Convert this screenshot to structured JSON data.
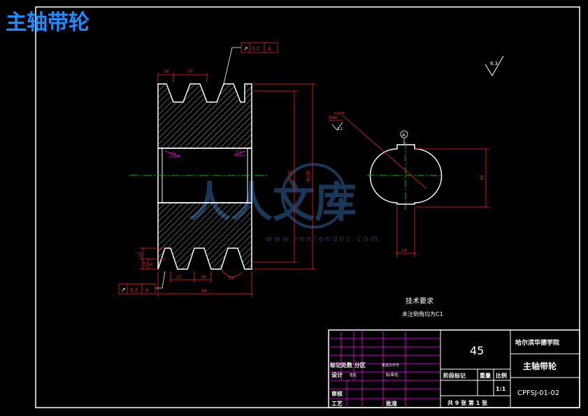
{
  "page_title": "主轴带轮",
  "dimensions": {
    "top_16": "16",
    "top_20": "20",
    "left_12": "12",
    "left_15": "15",
    "left_8": "8",
    "bottom_17": "17",
    "bottom_16": "16",
    "bottom_angle": "34°",
    "bottom_68": "68",
    "dia_inner": "Φ125",
    "dia_outer": "Φ135",
    "keyway_48": "48",
    "keyway_14": "14",
    "bore_44": "Φ44"
  },
  "tolerance_frames": {
    "top": {
      "symbol": "↗",
      "value": "0.2",
      "datum": "A"
    },
    "bottom": {
      "symbol": "↗",
      "value": "0.2",
      "datum": "A"
    }
  },
  "surface_finish": "6.3",
  "chamfer_labels": {
    "left": "C1",
    "right": "C1"
  },
  "datum_label": "A",
  "side_view_notes": {
    "dim": "Φ44",
    "tol": "0.025",
    "finish": "3.2"
  },
  "tech_requirements": {
    "heading": "技术要求",
    "line1": "未注倒角均为C1"
  },
  "title_block": {
    "material": "45",
    "school": "哈尔滨华德学院",
    "part_name": "主轴带轮",
    "drawing_no": "CPFSJ-01-02",
    "row_headers": "标记处数  分区",
    "change_doc": "更改文件号",
    "design": "设计",
    "sign_date": "签名",
    "standardize": "标准化",
    "stage_mark": "阶段标记",
    "weight": "重量",
    "scale_label": "比例",
    "scale_value": "1:1",
    "review": "审核",
    "process": "工艺",
    "approve": "批准",
    "sheet_info": "共 9 张  第 1 张"
  },
  "watermark": {
    "text": "人人文库",
    "url": "www.renrendoc.com"
  },
  "colors": {
    "background": "#000000",
    "outline": "#ffffff",
    "dimension": "#ff2020",
    "centerline": "#00c000",
    "title": "#1e8cff",
    "frame_grid": "#ff00ff"
  }
}
